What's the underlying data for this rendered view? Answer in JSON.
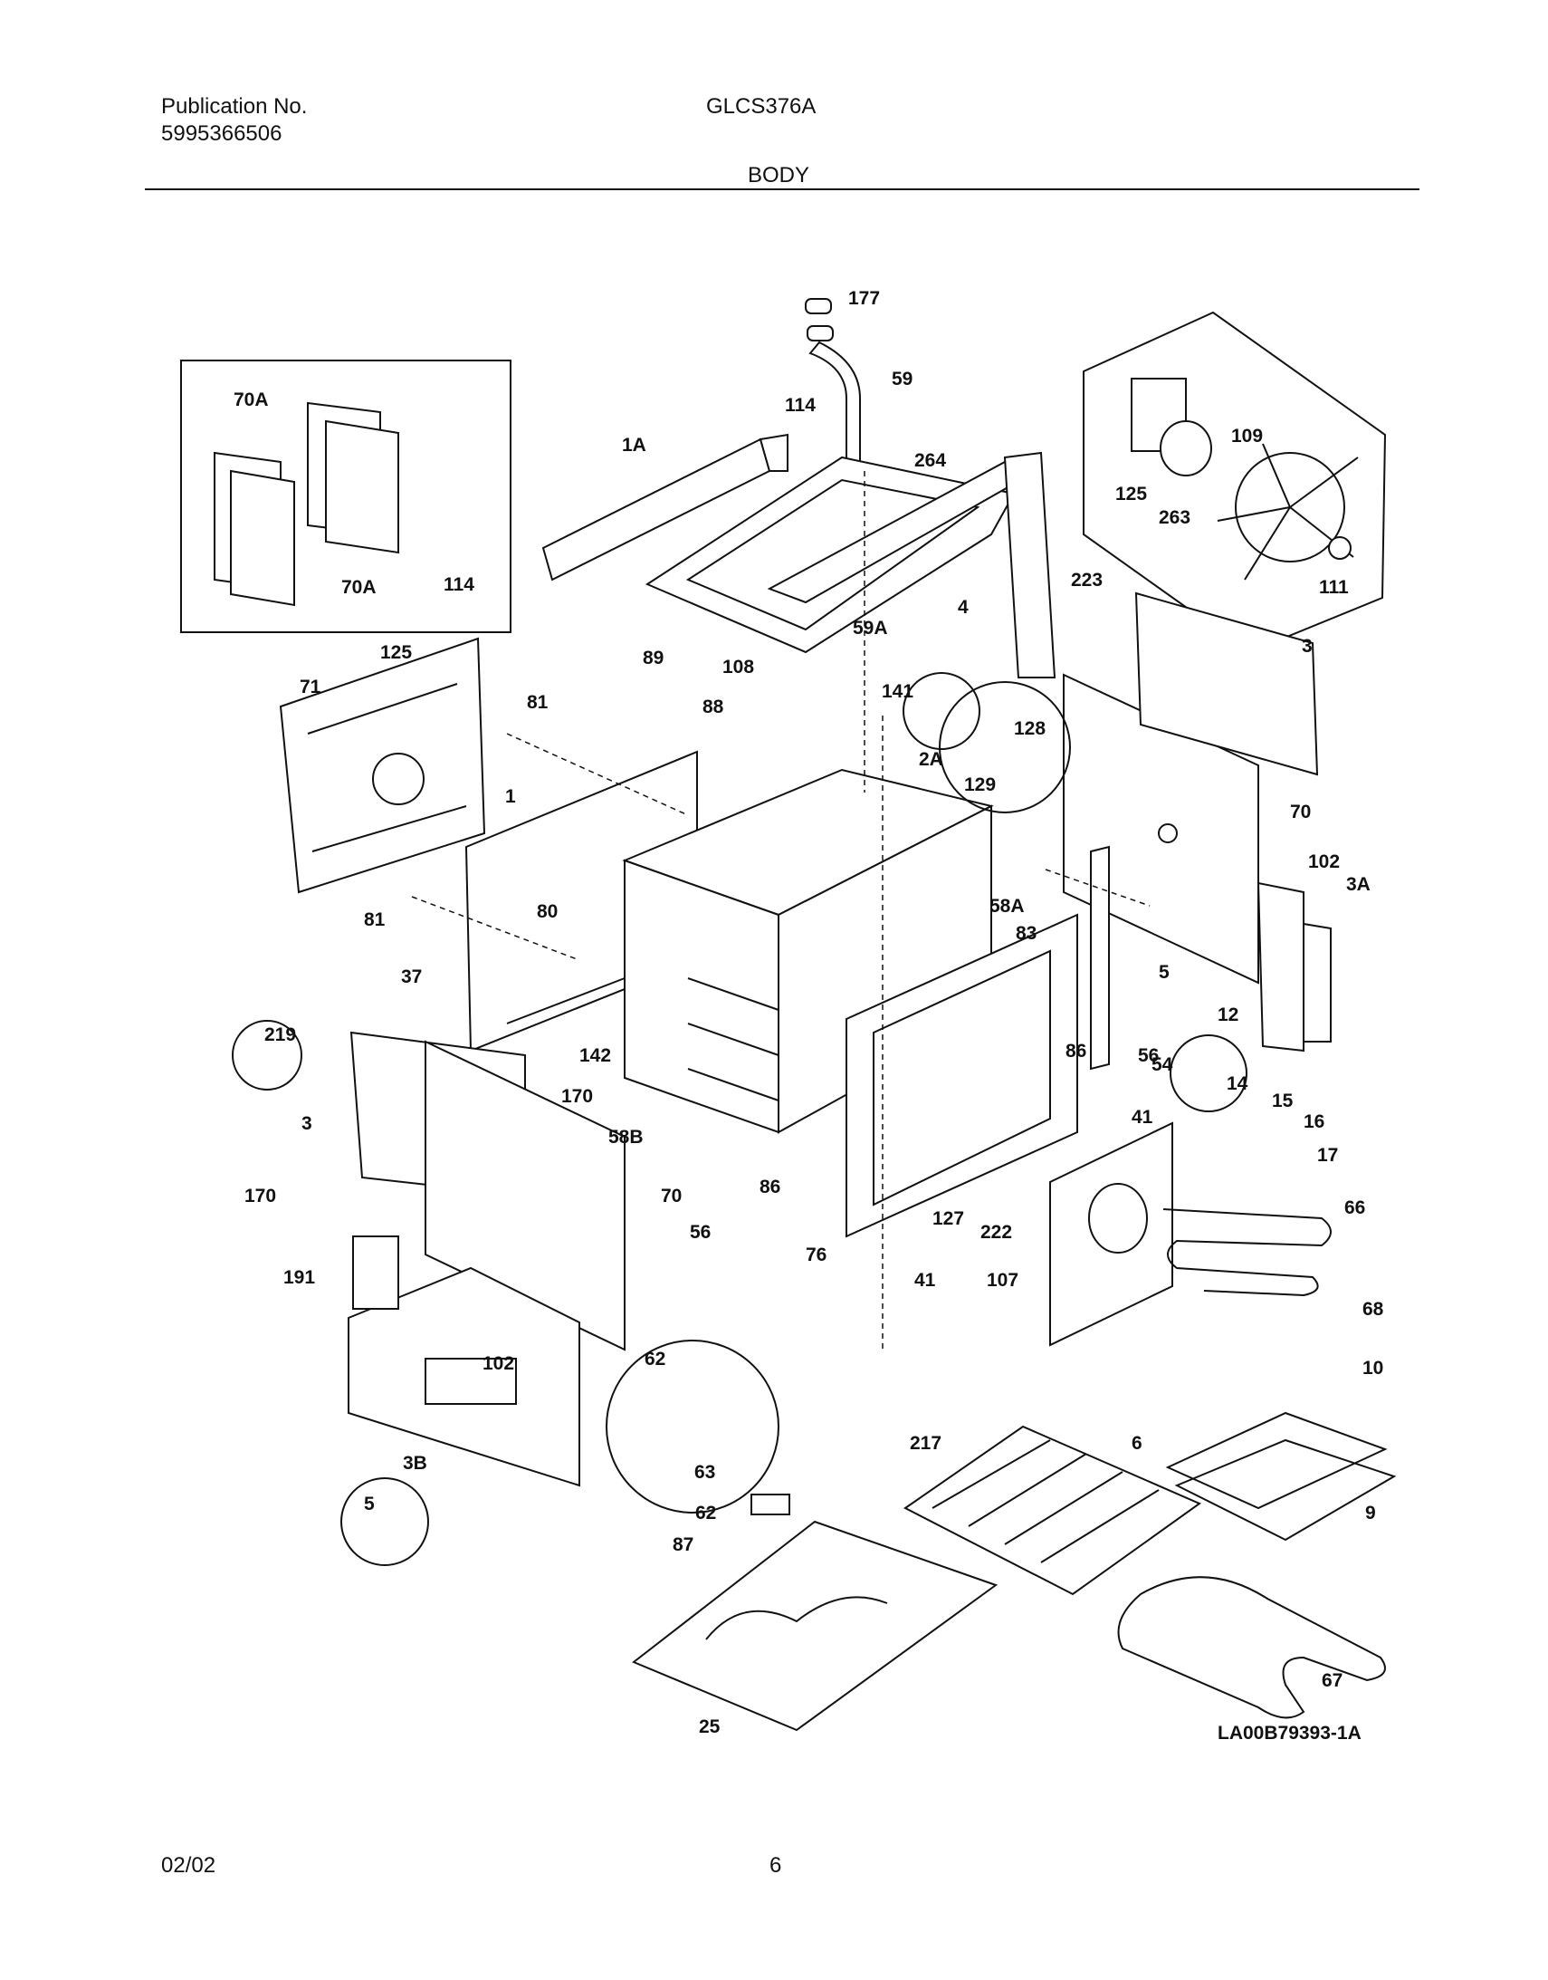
{
  "header": {
    "publication_label": "Publication No.",
    "publication_number": "5995366506",
    "model": "GLCS376A",
    "section": "BODY"
  },
  "diagram": {
    "reference_code": "LA00B79393-1A",
    "callouts": [
      "177",
      "59",
      "70A",
      "70A",
      "114",
      "1A",
      "264",
      "109",
      "125",
      "263",
      "111",
      "114",
      "223",
      "4",
      "3",
      "59A",
      "125",
      "71",
      "89",
      "108",
      "141",
      "128",
      "81",
      "88",
      "2A",
      "129",
      "70",
      "1",
      "102",
      "3A",
      "80",
      "58A",
      "81",
      "83",
      "37",
      "5",
      "12",
      "219",
      "86",
      "142",
      "56",
      "54",
      "170",
      "14",
      "15",
      "16",
      "3",
      "58B",
      "41",
      "17",
      "170",
      "70",
      "86",
      "66",
      "127",
      "222",
      "56",
      "76",
      "191",
      "41",
      "107",
      "68",
      "62",
      "102",
      "10",
      "3B",
      "217",
      "6",
      "63",
      "5",
      "62",
      "9",
      "87",
      "67",
      "25"
    ]
  },
  "footer": {
    "date": "02/02",
    "page": "6"
  }
}
